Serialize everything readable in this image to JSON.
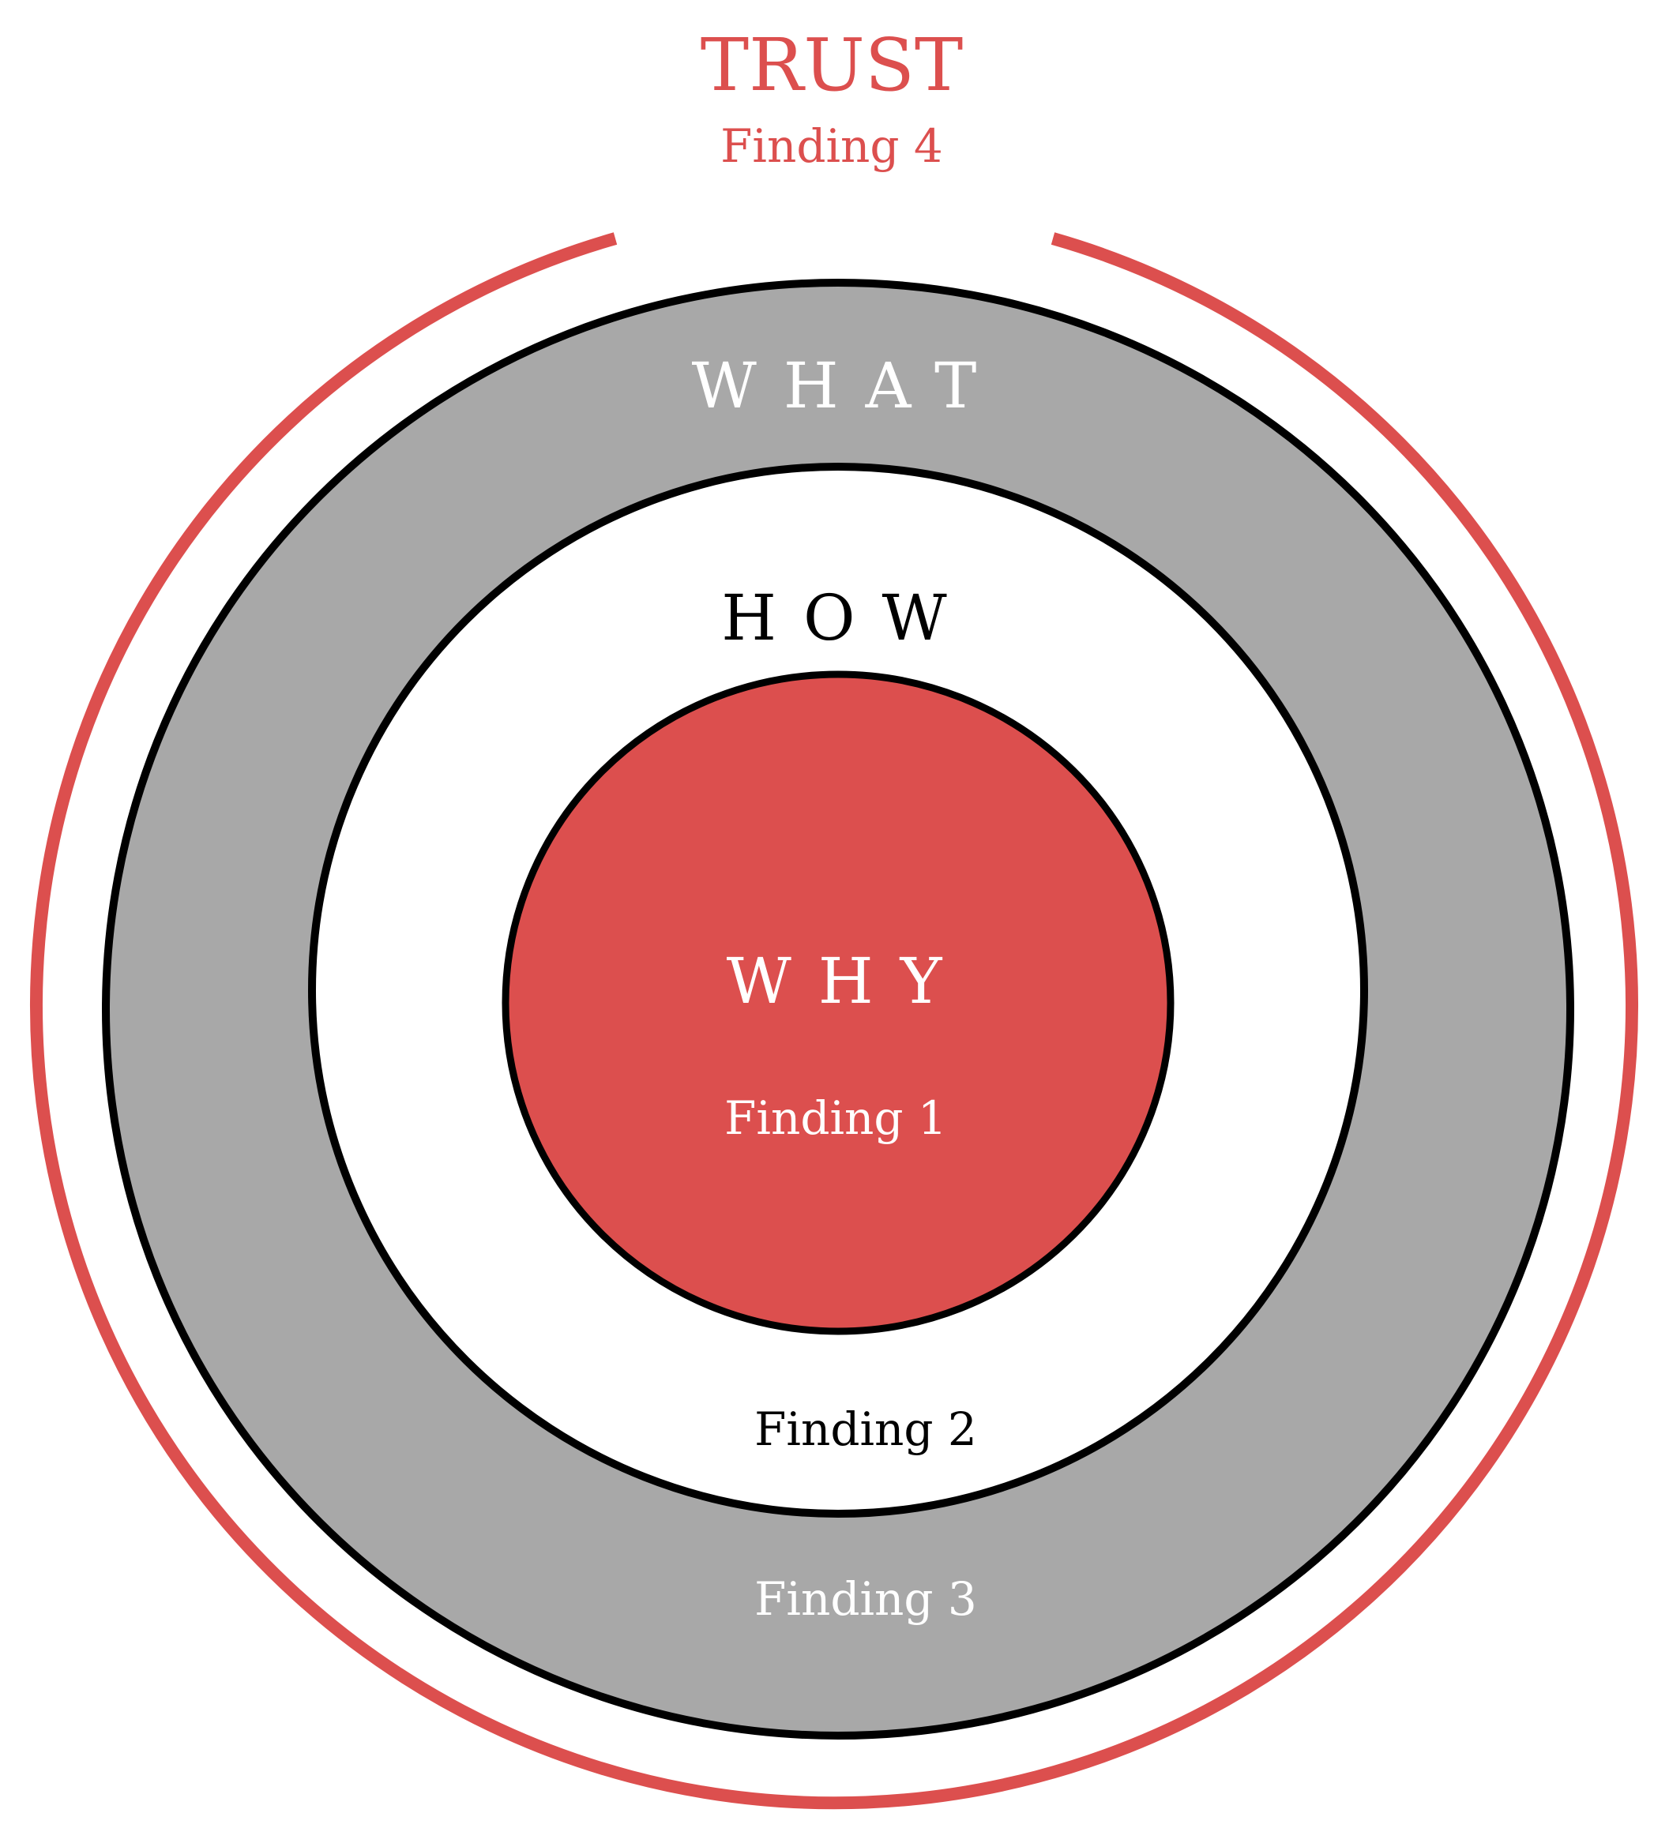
{
  "colors": {
    "accent_red": "#dc4f4e",
    "ring_gray": "#a8a8a8",
    "stroke_black": "#000000",
    "text_white": "#ffffff",
    "background": "#ffffff"
  },
  "trust": {
    "title": "TRUST",
    "finding": "Finding 4"
  },
  "rings": {
    "what": {
      "label": "WHAT",
      "finding": "Finding 3"
    },
    "how": {
      "label": "HOW",
      "finding": "Finding 2"
    },
    "why": {
      "label": "WHY",
      "finding": "Finding 1"
    }
  }
}
